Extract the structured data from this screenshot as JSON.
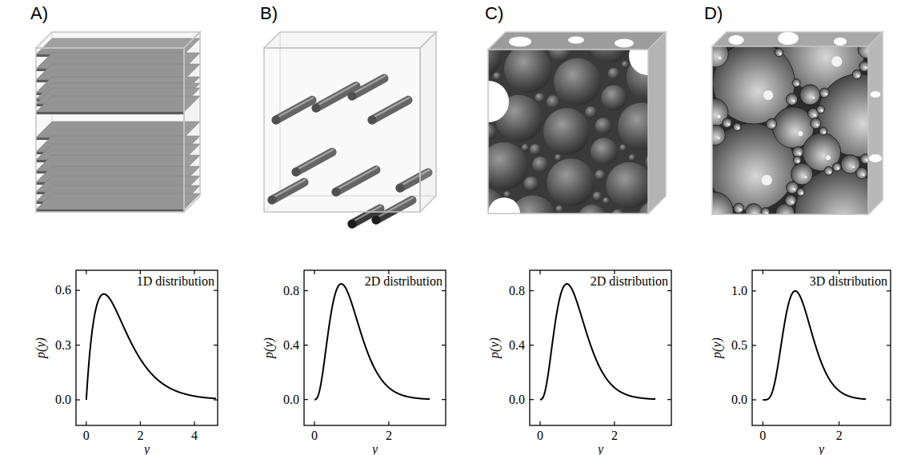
{
  "diagram": {
    "labels": [
      "A)",
      "B)",
      "C)",
      "D)",
      "1D distribution",
      "0.6",
      "0.3",
      "0.0",
      "0",
      "2",
      "4",
      "p(y)",
      "y",
      "2D distribution",
      "0.8",
      "0.4",
      "0.0",
      "0",
      "2",
      "p(y)",
      "y",
      "2D distribution",
      "0.8",
      "0.4",
      "0.0",
      "0",
      "2",
      "p(y)",
      "y",
      "3D distribution",
      "1.0",
      "0.5",
      "0.0",
      "0",
      "2",
      "p(y)",
      "y"
    ]
  }
}
